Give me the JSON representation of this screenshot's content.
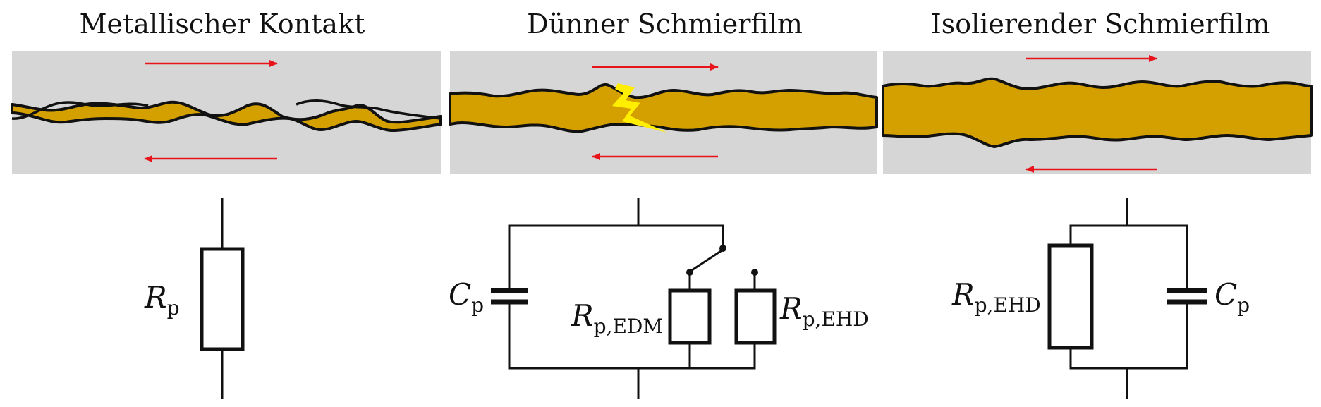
{
  "panels": [
    {
      "title": "Metallischer Kontakt"
    },
    {
      "title": "Dünner Schmierfilm"
    },
    {
      "title": "Isolierender Schmierfilm"
    }
  ],
  "circuits": {
    "metallic": {
      "r_symbol": "R",
      "r_sub": "p"
    },
    "thin": {
      "c_symbol": "C",
      "c_sub": "p",
      "r1_symbol": "R",
      "r1_sub": "p,EDM",
      "r2_symbol": "R",
      "r2_sub": "p,EHD"
    },
    "insulating": {
      "r_symbol": "R",
      "r_sub": "p,EHD",
      "c_symbol": "C",
      "c_sub": "p"
    }
  },
  "colors": {
    "background_gray": "#d6d6d6",
    "lubricant": "#d4a000",
    "arrow": "#e8141c",
    "spark": "#ffee00",
    "line": "#111111"
  }
}
